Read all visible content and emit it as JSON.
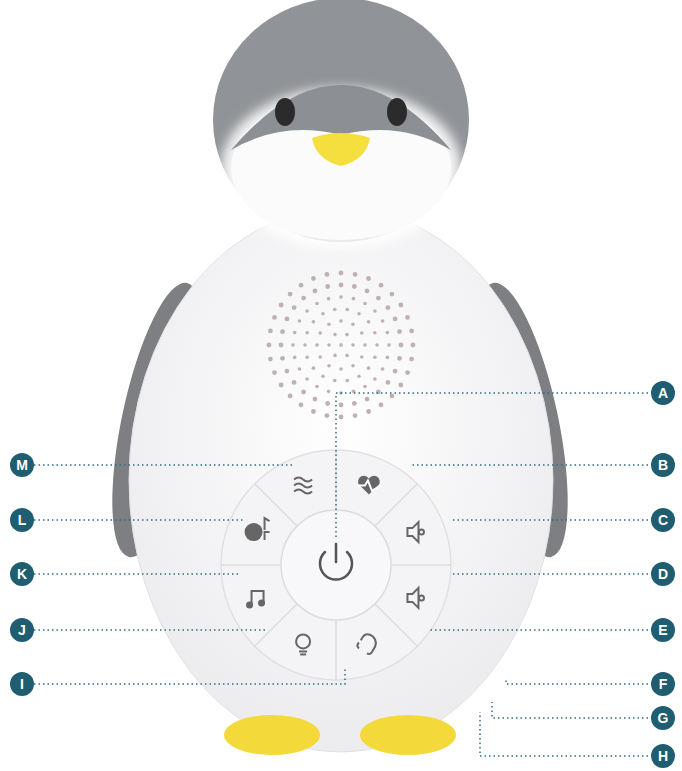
{
  "diagram": {
    "labels": [
      "A",
      "M",
      "B",
      "L",
      "C",
      "K",
      "D",
      "J",
      "E",
      "I",
      "F",
      "G",
      "H"
    ]
  }
}
